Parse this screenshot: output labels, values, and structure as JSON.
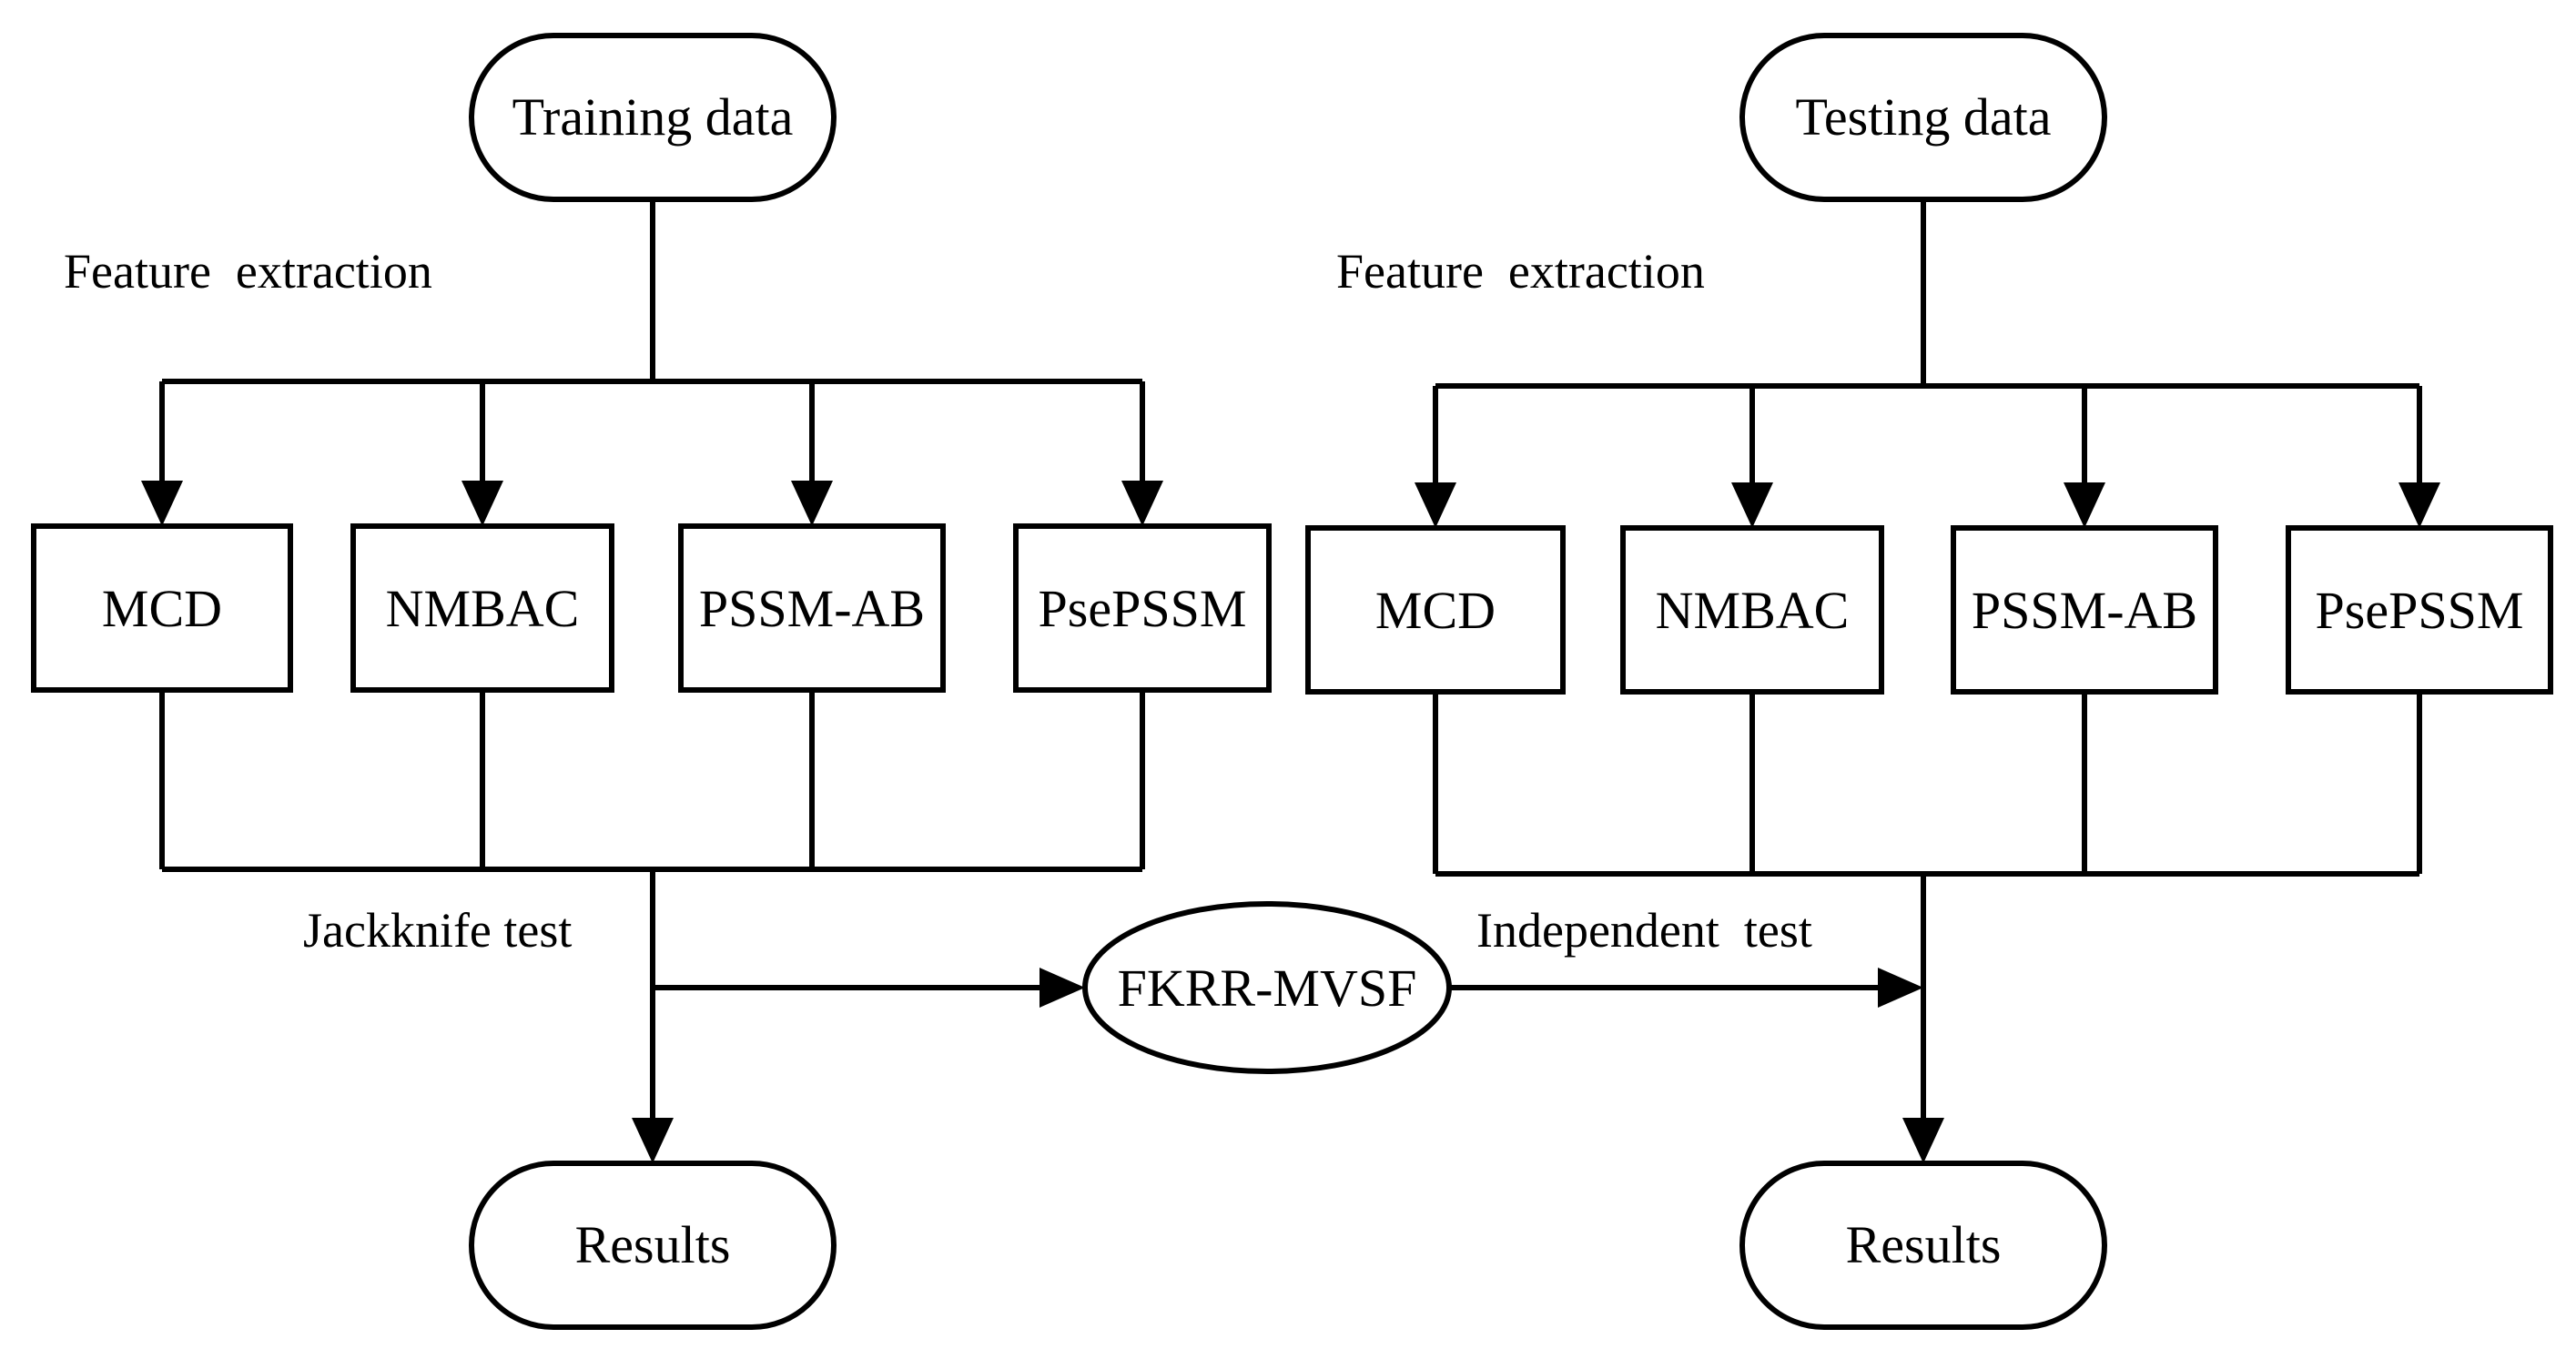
{
  "diagram": {
    "left": {
      "source": "Training data",
      "extraction_label": "Feature  extraction",
      "features": [
        "MCD",
        "NMBAC",
        "PSSM-AB",
        "PsePSSM"
      ],
      "test_label": "Jackknife test",
      "result": "Results"
    },
    "right": {
      "source": "Testing data",
      "extraction_label": "Feature  extraction",
      "features": [
        "MCD",
        "NMBAC",
        "PSSM-AB",
        "PsePSSM"
      ],
      "test_label": "Independent  test",
      "result": "Results"
    },
    "model": "FKRR-MVSF",
    "colors": {
      "stroke": "#000000",
      "fill": "#ffffff",
      "text": "#000000"
    }
  }
}
